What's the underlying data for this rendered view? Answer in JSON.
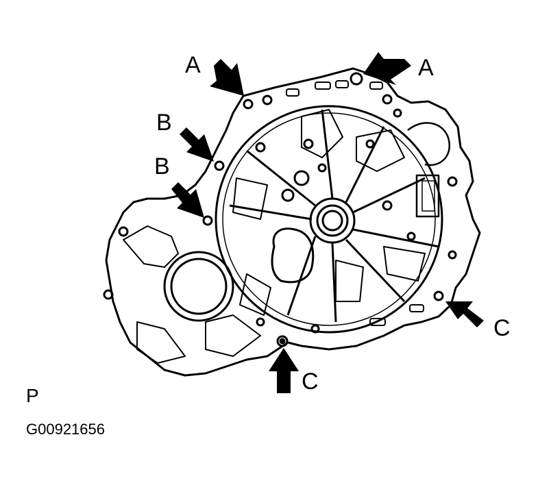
{
  "callouts": {
    "a_left": "A",
    "a_right": "A",
    "b_upper": "B",
    "b_lower": "B",
    "c_right": "C",
    "c_lower": "C"
  },
  "view_label": "P",
  "figure_id": "G00921656",
  "colors": {
    "ink": "#000000",
    "paper": "#ffffff"
  }
}
